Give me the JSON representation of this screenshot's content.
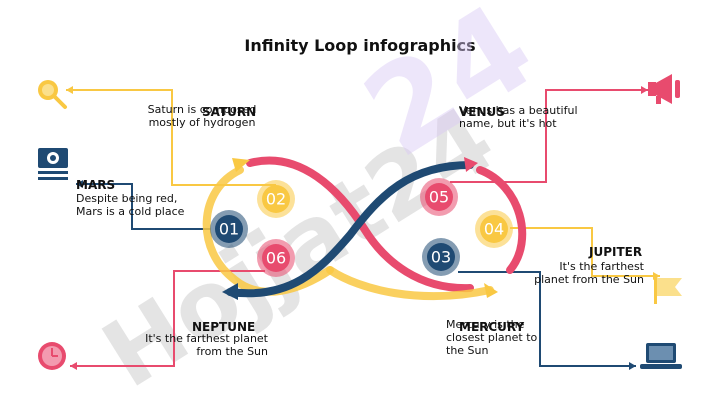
{
  "title": "Infinity Loop infographics",
  "watermark": "Hojjat24",
  "colors": {
    "yellow": "#f9c843",
    "pink": "#e84b6e",
    "navy": "#1f4a73",
    "gray": "#cccccc"
  },
  "steps": [
    {
      "num": "01",
      "name": "MARS",
      "text": "Despite being red, Mars is a cold place",
      "icon": "money-icon",
      "color": "#1f4a73"
    },
    {
      "num": "02",
      "name": "SATURN",
      "text": "Saturn is composed mostly of hydrogen",
      "icon": "search-icon",
      "color": "#f9c843"
    },
    {
      "num": "03",
      "name": "MERCURY",
      "text": "Mercury is the closest planet to the Sun",
      "icon": "laptop-icon",
      "color": "#1f4a73"
    },
    {
      "num": "04",
      "name": "JUPITER",
      "text": "It's the farthest planet from the Sun",
      "icon": "flag-icon",
      "color": "#f9c843"
    },
    {
      "num": "05",
      "name": "VENUS",
      "text": "Venus has a beautiful name, but it's hot",
      "icon": "megaphone-icon",
      "color": "#e84b6e"
    },
    {
      "num": "06",
      "name": "NEPTUNE",
      "text": "It's the farthest planet from the Sun",
      "icon": "clock-icon",
      "color": "#e84b6e"
    }
  ]
}
